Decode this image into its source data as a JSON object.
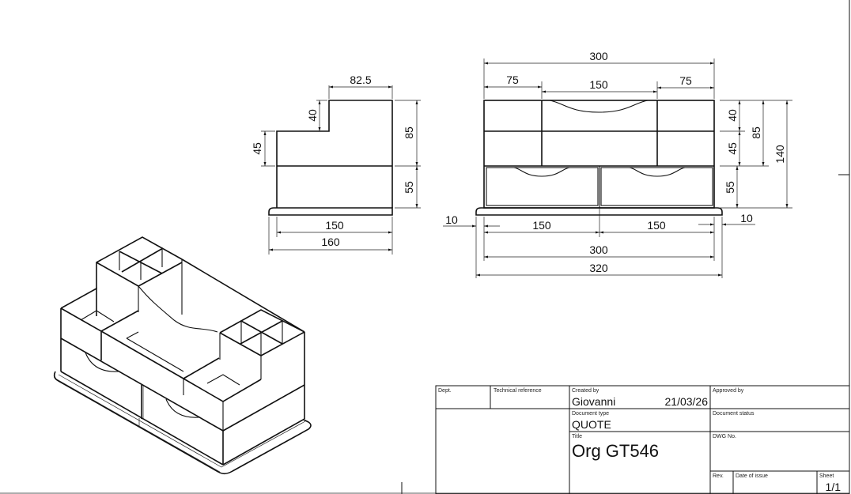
{
  "drawing": {
    "side_view": {
      "dims": {
        "top_width": "82.5",
        "step_height": "40",
        "left_upper_height": "45",
        "right_upper_height": "85",
        "right_lower_height": "55",
        "body_depth": "150",
        "base_depth": "160"
      }
    },
    "front_view": {
      "dims": {
        "overall_top": "300",
        "left_comp": "75",
        "center_comp": "150",
        "right_comp": "75",
        "upper_top": "40",
        "upper_mid": "45",
        "upper_total": "85",
        "total_height": "140",
        "drawer_height": "55",
        "left_overhang": "10",
        "right_overhang": "10",
        "left_drawer": "150",
        "right_drawer": "150",
        "body_width": "300",
        "base_width": "320"
      }
    },
    "isometric_view": {
      "description": "Isometric view of desk organizer with pen compartments, center tray and two drawers"
    }
  },
  "title_block": {
    "dept_label": "Dept.",
    "dept_value": "",
    "tech_ref_label": "Technical reference",
    "tech_ref_value": "",
    "created_by_label": "Created by",
    "created_by_value": "Giovanni",
    "created_date": "21/03/26",
    "approved_by_label": "Approved by",
    "approved_by_value": "",
    "doc_type_label": "Document type",
    "doc_type_value": "QUOTE",
    "doc_status_label": "Document status",
    "doc_status_value": "",
    "title_label": "Title",
    "title_value": "Org GT546",
    "dwg_no_label": "DWG No.",
    "dwg_no_value": "",
    "rev_label": "Rev.",
    "rev_value": "",
    "date_issue_label": "Date of issue",
    "date_issue_value": "",
    "sheet_label": "Sheet",
    "sheet_value": "1/1"
  }
}
